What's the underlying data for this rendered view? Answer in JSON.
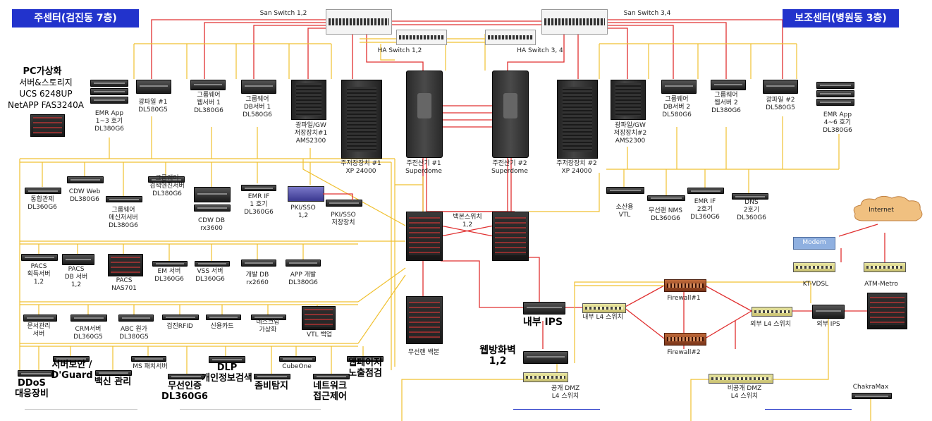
{
  "headers": {
    "left": "주센터(검진동 7층)",
    "right": "보조센터(병원동 3층)"
  },
  "top_switches": {
    "san_left": "San Switch 1,2",
    "san_right": "San Switch 3,4",
    "ha_left": "HA Switch 1,2",
    "ha_right": "HA Switch 3, 4"
  },
  "pc_virtualization": {
    "title": "PC가상화",
    "line1": "서버&스토리지",
    "line2": "UCS 6248UP",
    "line3": "NetAPP FAS3240A"
  },
  "main_servers": [
    "EMR App\n1~3 호기\nDL380G6",
    "광파일 #1\nDL580G5",
    "그룹웨어\n웹서버 1\nDL380G6",
    "그룹웨어\nDB서버 1\nDL580G6",
    "광파일/GW\n저장장치#1\nAMS2300",
    "주저장장치 #1\nXP 24000",
    "주전산기 #1\nSuperdome",
    "주전산기 #2\nSuperdome",
    "주저장장치 #2\nXP 24000",
    "광파일/GW\n저장장치#2\nAMS2300",
    "그룹웨어\nDB서버 2\nDL580G6",
    "그룹웨어\n웹서버 2\nDL380G6",
    "광파일 #2\nDL580G5",
    "EMR App\n4~6 호기\nDL380G6"
  ],
  "row2_servers": [
    "통합관제\nDL360G6",
    "CDW Web\nDL380G6",
    "그룹웨어\n메신저서버\nDL380G6",
    "그룹웨어\n검색엔진서버\nDL380G6",
    "CDW DB\nrx3600",
    "EMR IF\n1 호기\nDL360G6",
    "PKI/SSO\n1,2",
    "PKI/SSO\n저장장치"
  ],
  "right_row2": [
    "소산용\nVTL",
    "무선랜 NMS\nDL360G6",
    "EMR IF\n2호기\nDL360G6",
    "DNS\n2호기\nDL360G6"
  ],
  "row3_servers": [
    "PACS\n획득서버\n1,2",
    "PACS\nDB 서버\n1,2",
    "PACS\nNAS701",
    "EM 서버\nDL360G6",
    "VSS 서버\nDL360G6",
    "개발 DB\nrx2660",
    "APP 개발\nDL380G6"
  ],
  "row4_servers": [
    "문서관리\n서버",
    "CRM서버\nDL360G5",
    "ABC 원가\nDL380G5",
    "검진RFID",
    "신용카드",
    "데스크탑\n가상화",
    "VTL 백업"
  ],
  "security_labels": [
    "DDoS\n대응장비",
    "서버보안 /\nD'Guard",
    "백신 관리",
    "MS 패치서버",
    "무선인증\nDL360G6",
    "DLP\n개인정보검색",
    "좀비탐지",
    "CubeOne",
    "네트워크\n접근제어",
    "웹페이지\n노출점검"
  ],
  "network": {
    "backbone": "백본스위치\n1,2",
    "wireless_backbone": "무선랜 백본",
    "internal_ips": "내부 IPS",
    "internal_l4": "내부 L4 스위치",
    "firewall1": "Firewall#1",
    "firewall2": "Firewall#2",
    "external_l4": "외부 L4 스위치",
    "external_ips": "외부 IPS",
    "web_firewall": "웹방화벽\n1,2",
    "public_dmz": "공개 DMZ\nL4 스위치",
    "private_dmz": "비공개 DMZ\nL4 스위치",
    "modem": "Modem",
    "internet": "Internet",
    "kt_vdsl": "KT-VDSL",
    "atm_metro": "ATM-Metro",
    "chakramax": "ChakraMax"
  },
  "colors": {
    "header_bg": "#2233cc",
    "san_link": "#e03030",
    "lan_link": "#f0c030",
    "ha_link": "#d8c030",
    "dmz_underline": "#3344cc"
  }
}
